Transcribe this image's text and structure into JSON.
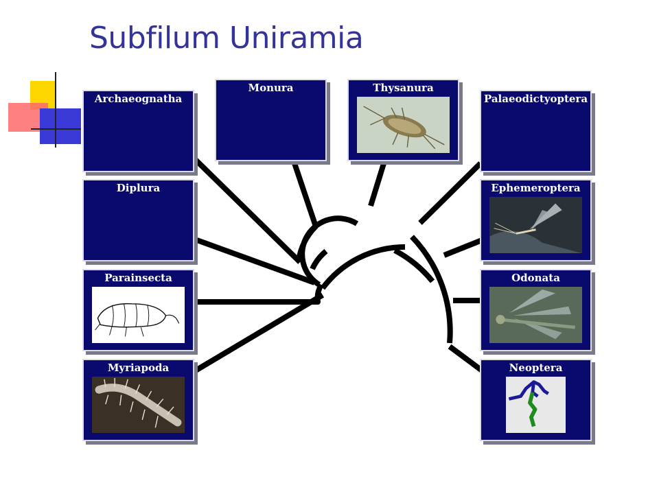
{
  "slide": {
    "title": "Subfilum Uniramia"
  },
  "colors": {
    "title": "#333399",
    "box_fill": "#0a0a6e",
    "box_label": "#ffffff",
    "branch": "#000000",
    "deco_yellow": "#ffd700",
    "deco_red": "#ff5a5a",
    "deco_blue": "#3a3ad8"
  },
  "taxa": {
    "archaeognatha": {
      "label": "Archaeognatha",
      "image_icon": ""
    },
    "monura": {
      "label": "Monura",
      "image_icon": ""
    },
    "thysanura": {
      "label": "Thysanura",
      "image_icon": "silverfish-photo-icon"
    },
    "palaeodictyoptera": {
      "label": "Palaeodictyoptera",
      "image_icon": ""
    },
    "diplura": {
      "label": "Diplura",
      "image_icon": ""
    },
    "ephemeroptera": {
      "label": "Ephemeroptera",
      "image_icon": "mayfly-photo-icon"
    },
    "parainsecta": {
      "label": "Parainsecta",
      "image_icon": "springtail-drawing-icon"
    },
    "odonata": {
      "label": "Odonata",
      "image_icon": "dragonfly-photo-icon"
    },
    "myriapoda": {
      "label": "Myriapoda",
      "image_icon": "centipede-photo-icon"
    },
    "neoptera": {
      "label": "Neoptera",
      "image_icon": "wing-venation-icon"
    }
  }
}
